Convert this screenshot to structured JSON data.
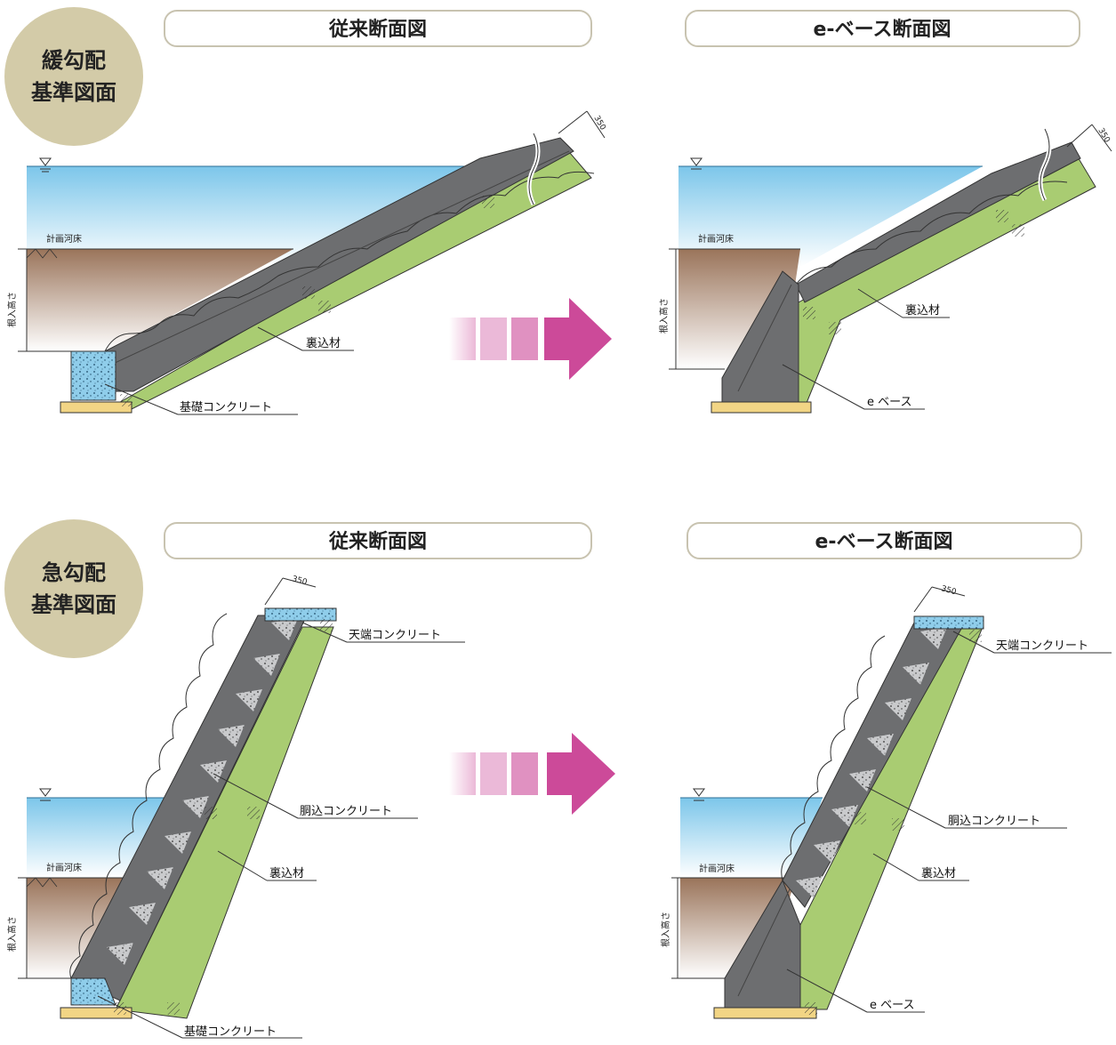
{
  "sections": [
    {
      "badge_line1": "緩勾配",
      "badge_line2": "基準図面",
      "left_title": "従来断面図",
      "right_title": "e-ベース断面図",
      "left": {
        "riverbed": "計画河床",
        "embed_depth": "根入高さ",
        "backfill": "裏込材",
        "foundation": "基礎コンクリート",
        "dim": "350"
      },
      "right": {
        "riverbed": "計画河床",
        "embed_depth": "根入高さ",
        "backfill": "裏込材",
        "ebase": "e ベース",
        "dim": "350"
      }
    },
    {
      "badge_line1": "急勾配",
      "badge_line2": "基準図面",
      "left_title": "従来断面図",
      "right_title": "e-ベース断面図",
      "left": {
        "riverbed": "計画河床",
        "embed_depth": "根入高さ",
        "top_concrete": "天端コンクリート",
        "fill_concrete": "胴込コンクリート",
        "backfill": "裏込材",
        "foundation": "基礎コンクリート",
        "dim": "350"
      },
      "right": {
        "riverbed": "計画河床",
        "embed_depth": "根入高さ",
        "top_concrete": "天端コンクリート",
        "fill_concrete": "胴込コンクリート",
        "backfill": "裏込材",
        "ebase": "e ベース",
        "dim": "350"
      }
    }
  ],
  "colors": {
    "badge": "#d3cba8",
    "water": "#8fd0ee",
    "soil": "#a47e62",
    "backfill": "#a9cc72",
    "block": "#6d6e70",
    "foundation": "#8fcdea",
    "base_strip": "#f2d585",
    "arrow": "#c7368e"
  }
}
